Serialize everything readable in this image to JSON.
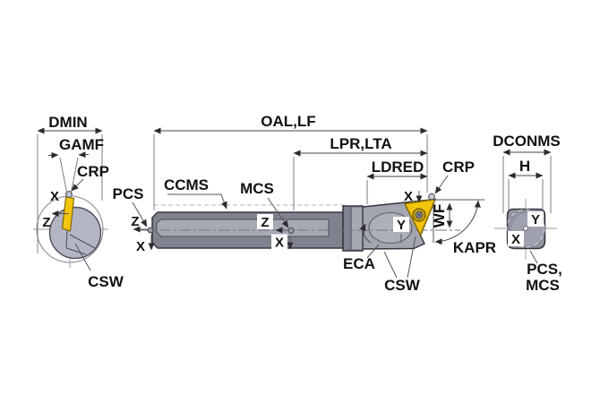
{
  "diagram_title": "boring-bar-tool-dimension-diagram",
  "labels": {
    "dmin": "DMIN",
    "gamf": "GAMF",
    "crp": "CRP",
    "csw": "CSW",
    "pcs": "PCS",
    "ccms": "CCMS",
    "mcs": "MCS",
    "oal_lf": "OAL,LF",
    "lpr_lta": "LPR,LTA",
    "ldred": "LDRED",
    "dconms": "DCONMS",
    "h": "H",
    "wf": "WF",
    "kapr": "KAPR",
    "eca": "ECA",
    "pcs_mcs_line1": "PCS,",
    "pcs_mcs_line2": "MCS"
  },
  "axes": {
    "x": "X",
    "y": "Y",
    "z": "Z"
  },
  "colors": {
    "insert": "#f2c40e",
    "insert_outline": "#8a6d00",
    "screw_ring": "#c9a50a",
    "screw_core": "#8a8a96",
    "body": "#80828f",
    "body_light": "#a6a8b4",
    "head": "#a3a5b1",
    "ellipse_fill": "#adafbb",
    "end_view_fill": "#b4b5c4",
    "shank_view_fill": "#90929f",
    "shank_view_light": "#9fa1ae",
    "outline": "#34353d",
    "ref_dot": "#c9c9d2"
  }
}
